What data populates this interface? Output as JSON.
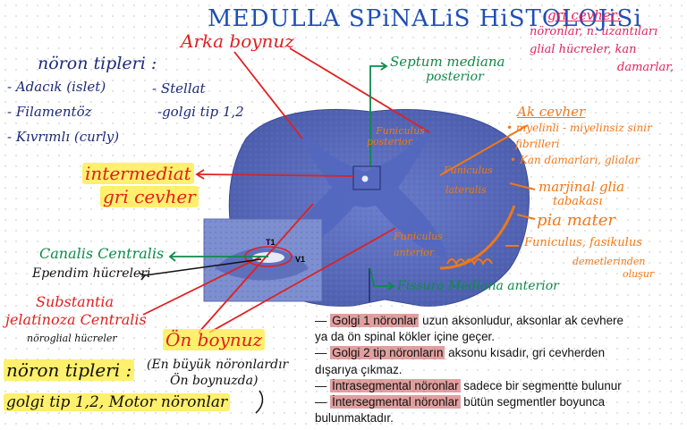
{
  "title": "MEDULLA SPiNALiS HiSTOLOJiSi",
  "gray_matter_note": {
    "heading": "gri cevher:",
    "lines": [
      "nöronlar, n. uzantıları",
      "glial hücreler, kan",
      "damarlar,"
    ]
  },
  "neuron_types_top": {
    "heading": "nöron tipleri :",
    "items": [
      "- Adacık (islet)",
      "- Stellat",
      "- Filamentöz",
      "-golgi tip 1,2",
      "- Kıvrımlı (curly)"
    ]
  },
  "labels": {
    "arka_boynuz": "Arka boynuz",
    "septum": "Septum mediana",
    "septum2": "posterior",
    "intermediat1": "intermediat",
    "intermediat2": "gri cevher",
    "canalis": "Canalis Centralis",
    "ependim": "Ependim hücreleri",
    "substantia1": "Substantia",
    "substantia2": "jelatinoza Centralis",
    "noroglial": "nöroglial hücreler",
    "on_boynuz": "Ön boynuz",
    "fissura": "Fissura Mediana anterior",
    "fun_post1": "Funiculus",
    "fun_post2": "posterior",
    "fun_lat1": "Funiculus",
    "fun_lat2": "lateralis",
    "fun_ant1": "Funiculus",
    "fun_ant2": "anterior",
    "marker_t": "T1",
    "marker_v": "V1"
  },
  "white_matter_note": {
    "heading": "Ak cevher",
    "lines": [
      "• myelinli - miyelinsiz sinir",
      "fibrilleri",
      "• Kan damarları, glialar"
    ]
  },
  "marjinal": [
    "marjinal glia",
    "tabakası"
  ],
  "pia": "pia mater",
  "funiculus_note": [
    "Funiculus, fasikulus",
    "demetlerinden",
    "oluşur"
  ],
  "neuron_types_bottom": {
    "heading": "nöron tipleri :",
    "paren1": "(En büyük nöronlardır",
    "paren2": "Ön boynuzda)",
    "line2": "golgi tip 1,2, Motor nöronlar"
  },
  "notes": [
    {
      "hl": "Golgi 1 nöronlar",
      "text": " uzun aksonludur, aksonlar ak cevhere"
    },
    {
      "hl": "",
      "text": "ya da ön spinal kökler içine geçer."
    },
    {
      "hl": "Golgi 2 tip nöronların",
      "text": " aksonu kısadır, gri cevherden"
    },
    {
      "hl": "",
      "text": "dışarıya çıkmaz."
    },
    {
      "hl": "İntrasegmental nöronlar",
      "text": " sadece bir segmentte bulunur"
    },
    {
      "hl": "İntersegmental nöronlar",
      "text": " bütün segmentler boyunca"
    },
    {
      "hl": "",
      "text": "bulunmaktadır."
    }
  ],
  "colors": {
    "title_blue": "#1f4fb4",
    "pink": "#e0245e",
    "navy": "#1d2a7a",
    "red": "#e02020",
    "green": "#0e8a4a",
    "orange": "#f07818",
    "tissue": "#5c6fc0"
  }
}
